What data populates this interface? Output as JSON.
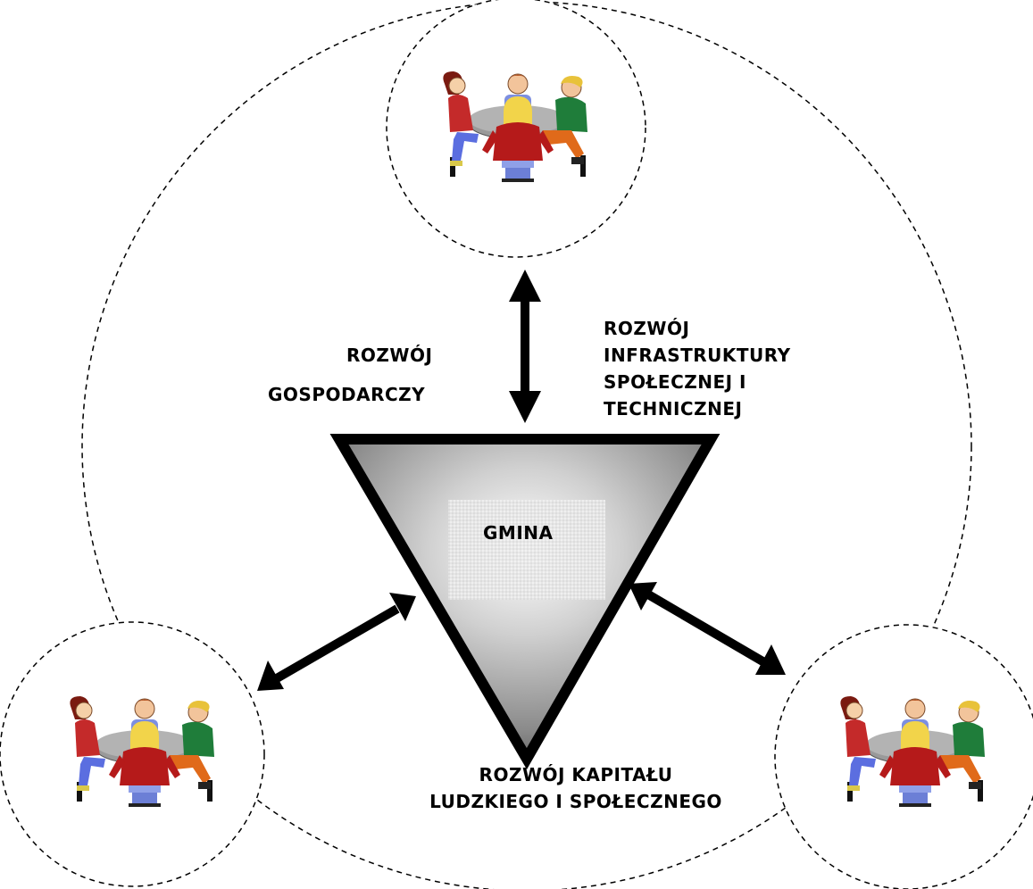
{
  "diagram": {
    "center_label": "GMINA",
    "labels": {
      "economic_line1": "ROZWÓJ",
      "economic_line2": "GOSPODARCZY",
      "infrastructure_lines": [
        "ROZWÓJ",
        "INFRASTRUKTURY",
        "SPOŁECZNEJ I",
        "TECHNICZNEJ"
      ],
      "human_capital_lines": [
        "ROZWÓJ KAPITAŁU",
        "LUDZKIEGO I SPOŁECZNEGO"
      ]
    },
    "groups": [
      {
        "name": "top-group",
        "icon": "people-at-table-icon"
      },
      {
        "name": "bottom-left-group",
        "icon": "people-at-table-icon"
      },
      {
        "name": "bottom-right-group",
        "icon": "people-at-table-icon"
      }
    ],
    "colors": {
      "line": "#000000",
      "background": "#ffffff",
      "triangle_dark": "#4a4a4a",
      "triangle_light": "#ffffff"
    }
  }
}
